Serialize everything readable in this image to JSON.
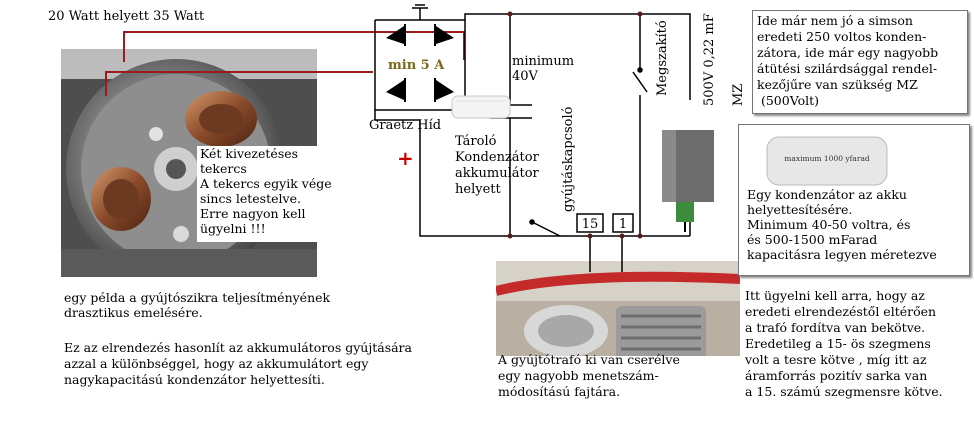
{
  "header": {
    "title": "20 Watt helyett 35 Watt"
  },
  "bridge": {
    "label": "min 5 A",
    "name": "Graetz Híd",
    "plus_sign": "+"
  },
  "voltage_note": {
    "line1": "minimum",
    "line2": "40V"
  },
  "capacitor_photo_label": "maximum 1000 yfarad",
  "storage_cap": {
    "line1": "Tároló",
    "line2": "Kondenzátor",
    "line3": "akkumulátor",
    "line4": "helyett"
  },
  "ignition_switch": {
    "label": "gyújtáskapcsoló"
  },
  "breaker": {
    "label": "Megszakító"
  },
  "condenser_spec": {
    "line1": "500V 0,22 mF",
    "line2": "MZ"
  },
  "terminals": {
    "t15": "15",
    "t1": "1"
  },
  "stator_note": {
    "lines": [
      "Két kivezetéses",
      "tekercs",
      "A tekercs egyik vége",
      "sincs letestelve.",
      "Erre nagyon kell",
      "ügyelni !!!"
    ]
  },
  "simson_note": {
    "lines": [
      "Ide már nem jó a simson",
      "eredeti 250 voltos konden-",
      "zátora, ide már egy nagyobb",
      "átütési szilárdsággal rendel-",
      "kezőjűre van szükség MZ",
      " (500Volt)"
    ]
  },
  "capacitor_note": {
    "lines": [
      "Egy kondenzátor az akku",
      "helyettesítésére.",
      "Minimum 40-50 voltra, és",
      "és 500-1500 mFarad",
      "kapacitásra legyen méretezve"
    ]
  },
  "example_note": {
    "lines": [
      "egy példa a gyújtószikra teljesítményének",
      "drasztikus emelésére."
    ]
  },
  "arrangement_note": {
    "lines": [
      "Ez az elrendezés hasonlít az akkumulátoros gyújtására",
      "azzal a különbséggel, hogy az akkumulátort egy",
      "nagykapacitású kondenzátor helyettesíti."
    ]
  },
  "coil_note": {
    "lines": [
      "A gyújtótrafó ki van cserélve",
      "egy nagyobb menetszám-",
      "módosítású fajtára."
    ]
  },
  "polarity_note": {
    "lines": [
      "Itt ügyelni kell arra, hogy az",
      "eredeti elrendezéstől eltérően",
      "a trafó fordítva van bekötve.",
      "Eredetileg a 15- ös szegmens",
      "volt a tesre kötve , míg itt az",
      "áramforrás pozitív sarka van",
      "a 15. számú szegmensre kötve."
    ]
  },
  "colors": {
    "wire": "#000000",
    "red_wire": "#9b1b1b",
    "bridge_label": "#7a6a1a",
    "plus": "#cc0000"
  }
}
